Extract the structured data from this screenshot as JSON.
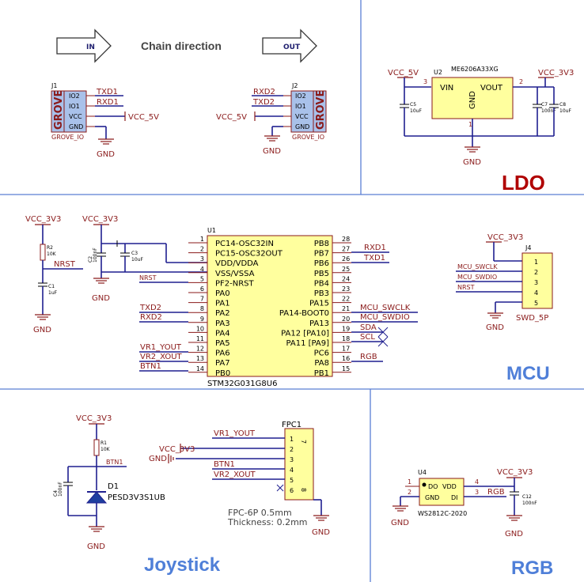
{
  "title": "Chain direction",
  "arrows": {
    "in": "IN",
    "out": "OUT"
  },
  "sections": {
    "ldo": "LDO",
    "mcu": "MCU",
    "joystick": "Joystick",
    "rgb": "RGB"
  },
  "nets": {
    "txd1": "TXD1",
    "rxd1": "RXD1",
    "txd2": "TXD2",
    "rxd2": "RXD2",
    "vcc5": "VCC_5V",
    "vcc3": "VCC_3V3",
    "gnd": "GND",
    "nrst": "NRST",
    "swclk": "MCU_SWCLK",
    "swdio": "MCU_SWDIO",
    "sda": "SDA",
    "scl": "SCL",
    "rgb": "RGB",
    "vr1": "VR1_YOUT",
    "vr2": "VR2_XOUT",
    "btn1": "BTN1"
  },
  "j1": {
    "ref": "J1",
    "name": "GROVE_IO",
    "grove": "GROVE",
    "pins": [
      "IO2",
      "IO1",
      "VCC",
      "GND"
    ]
  },
  "j2": {
    "ref": "J2",
    "name": "GROVE_IO",
    "grove": "GROVE",
    "pins": [
      "IO2",
      "IO1",
      "VCC",
      "GND"
    ]
  },
  "ldo": {
    "ref": "U2",
    "part": "ME6206A33XG",
    "vin": "VIN",
    "vout": "VOUT",
    "gnd": "GND",
    "pin_vin": "3",
    "pin_vout": "2",
    "pin_gnd": "1",
    "c5": [
      "C5",
      "10uF"
    ],
    "c7": [
      "C7",
      "100nF"
    ],
    "c8": [
      "C8",
      "10uF"
    ]
  },
  "mcu": {
    "ref": "U1",
    "part": "STM32G031G8U6",
    "left_pins": [
      {
        "num": "1",
        "name": "PC14-OSC32IN"
      },
      {
        "num": "2",
        "name": "PC15-OSC32OUT"
      },
      {
        "num": "3",
        "name": "VDD/VDDA"
      },
      {
        "num": "4",
        "name": "VSS/VSSA"
      },
      {
        "num": "5",
        "name": "PF2-NRST"
      },
      {
        "num": "6",
        "name": "PA0"
      },
      {
        "num": "7",
        "name": "PA1"
      },
      {
        "num": "8",
        "name": "PA2"
      },
      {
        "num": "9",
        "name": "PA3"
      },
      {
        "num": "10",
        "name": "PA4"
      },
      {
        "num": "11",
        "name": "PA5"
      },
      {
        "num": "12",
        "name": "PA6"
      },
      {
        "num": "13",
        "name": "PA7"
      },
      {
        "num": "14",
        "name": "PB0"
      }
    ],
    "right_pins": [
      {
        "num": "28",
        "name": "PB8"
      },
      {
        "num": "27",
        "name": "PB7"
      },
      {
        "num": "26",
        "name": "PB6"
      },
      {
        "num": "25",
        "name": "PB5"
      },
      {
        "num": "24",
        "name": "PB4"
      },
      {
        "num": "23",
        "name": "PB3"
      },
      {
        "num": "22",
        "name": "PA15"
      },
      {
        "num": "21",
        "name": "PA14-BOOT0"
      },
      {
        "num": "20",
        "name": "PA13"
      },
      {
        "num": "19",
        "name": "PA12 [PA10]"
      },
      {
        "num": "18",
        "name": "PA11 [PA9]"
      },
      {
        "num": "17",
        "name": "PC6"
      },
      {
        "num": "16",
        "name": "PA8"
      },
      {
        "num": "15",
        "name": "PB1"
      }
    ],
    "r2": [
      "R2",
      "10K"
    ],
    "c1": [
      "C1",
      "1uF"
    ],
    "c2": [
      "C2",
      "100nF"
    ],
    "c3": [
      "C3",
      "10uF"
    ]
  },
  "swd": {
    "ref": "J4",
    "name": "SWD_5P",
    "pins": [
      "1",
      "2",
      "3",
      "4",
      "5"
    ]
  },
  "joy": {
    "r1": [
      "R1",
      "10K"
    ],
    "c4": [
      "C4",
      "100nF"
    ],
    "d1_ref": "D1",
    "d1_part": "PESD3V3S1UB",
    "fpc_ref": "FPC1",
    "fpc_pins": [
      "1",
      "2",
      "3",
      "4",
      "5",
      "6"
    ],
    "fpc_num7": "7",
    "fpc_num8": "8",
    "note1": "FPC-6P 0.5mm",
    "note2": "Thickness: 0.2mm"
  },
  "rgb_led": {
    "ref": "U4",
    "part": "WS2812C-2020",
    "pins_left": [
      "DO",
      "GND"
    ],
    "pins_right": [
      "VDD",
      "DI"
    ],
    "num_left": [
      "1",
      "2"
    ],
    "num_right": [
      "4",
      "3"
    ],
    "c12": [
      "C12",
      "100nF"
    ]
  }
}
